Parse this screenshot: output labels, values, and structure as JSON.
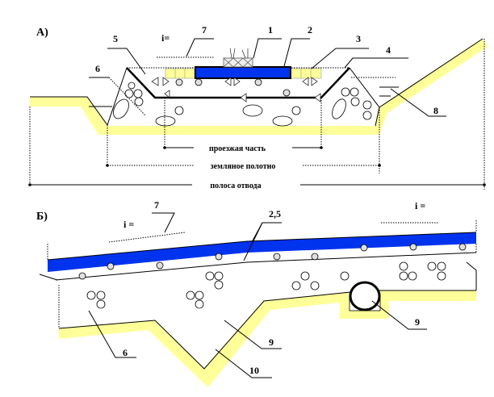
{
  "section_a": {
    "title": "А)",
    "slope_label": "i=",
    "labels": {
      "l1": "1",
      "l2": "2",
      "l3": "3",
      "l4": "4",
      "l5": "5",
      "l6": "6",
      "l7": "7",
      "l8": "8"
    },
    "dimensions": {
      "carriageway": "проезжая часть",
      "subgrade": "земляное полотно",
      "right_of_way": "полоса отвода"
    }
  },
  "section_b": {
    "title": "Б)",
    "slope_label_left": "i =",
    "slope_label_right": "i =",
    "labels": {
      "l7": "7",
      "l25": "2,5",
      "l6": "6",
      "l9a": "9",
      "l9b": "9",
      "l10": "10"
    }
  },
  "colors": {
    "pavement": "#0000ff",
    "shoulder": "#ffff99",
    "ground": "#ffff99"
  }
}
